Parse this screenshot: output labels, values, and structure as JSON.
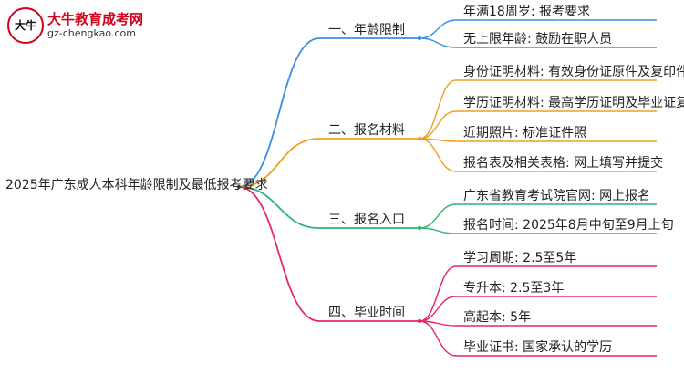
{
  "watermark": {
    "badge_text": "大牛",
    "site_name": "大牛教育成考网",
    "url": "gz-chengkao.com"
  },
  "root": "2025年广东成人本科年龄限制及最低报考要求",
  "branches": [
    {
      "label": "一、年龄限制",
      "color": "#3a8ee6",
      "leaves": [
        "年满18周岁: 报考要求",
        "无上限年龄: 鼓励在职人员"
      ]
    },
    {
      "label": "二、报名材料",
      "color": "#f0a020",
      "leaves": [
        "身份证明材料: 有效身份证原件及复印件",
        "学历证明材料: 最高学历证明及毕业证复印件",
        "近期照片: 标准证件照",
        "报名表及相关表格: 网上填写并提交"
      ]
    },
    {
      "label": "三、报名入口",
      "color": "#2bb673",
      "leaves": [
        "广东省教育考试院官网: 网上报名",
        "报名时间: 2025年8月中旬至9月上旬"
      ]
    },
    {
      "label": "四、毕业时间",
      "color": "#e8246e",
      "leaves": [
        "学习周期: 2.5至5年",
        "专升本: 2.5至3年",
        "高起本: 5年",
        "毕业证书: 国家承认的学历"
      ]
    }
  ]
}
